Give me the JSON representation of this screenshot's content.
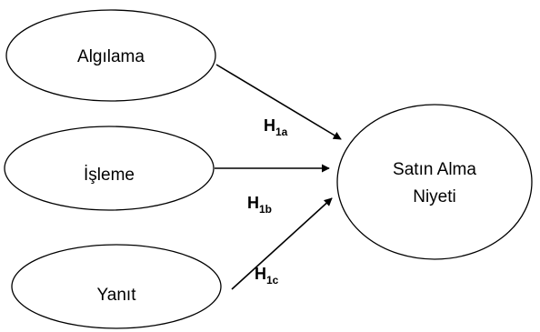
{
  "nodes": {
    "algilama": {
      "label": "Algılama"
    },
    "isleme": {
      "label": "İşleme"
    },
    "yanit": {
      "label": "Yanıt"
    },
    "satin_alma_niyeti": {
      "lines": [
        "Satın Alma",
        "Niyeti"
      ]
    }
  },
  "hypotheses": {
    "h1a": {
      "main": "H",
      "sub": "1a"
    },
    "h1b": {
      "main": "H",
      "sub": "1b"
    },
    "h1c": {
      "main": "H",
      "sub": "1c"
    }
  },
  "colors": {
    "stroke": "#000000",
    "background": "#ffffff"
  }
}
